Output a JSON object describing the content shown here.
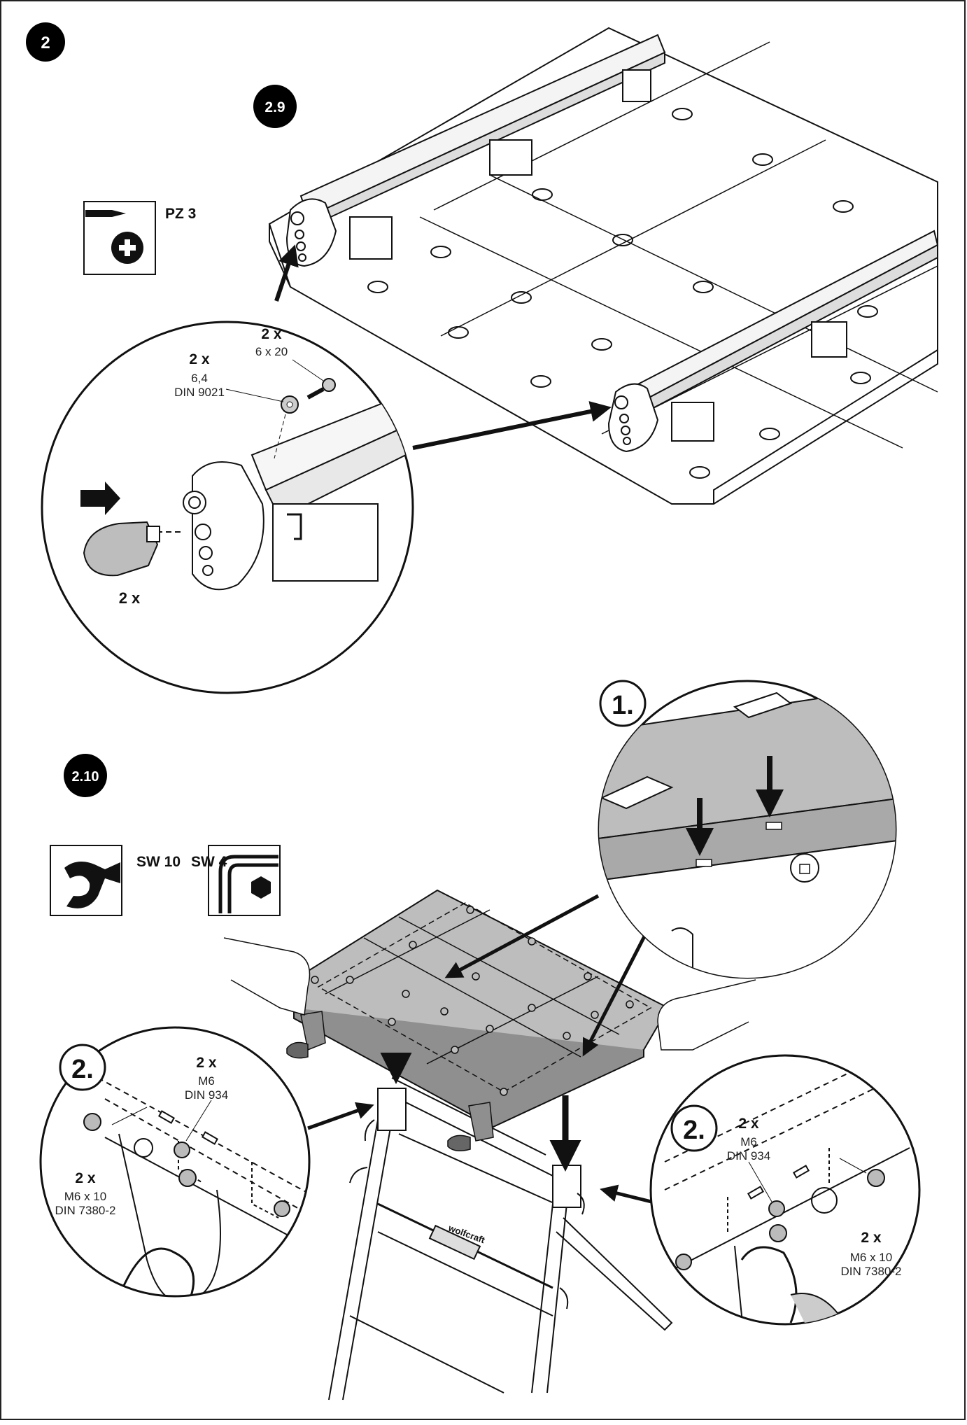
{
  "section": {
    "number": "2"
  },
  "step_2_9": {
    "badge": "2.9",
    "tool": {
      "icon": "phillips-screwdriver-icon",
      "label": "PZ 3"
    },
    "parts": {
      "screw_qty": "2 x",
      "screw_spec": "6 x 20",
      "washer_qty": "2 x",
      "washer_spec_1": "6,4",
      "washer_spec_2": "DIN 9021",
      "knob_qty": "2 x"
    }
  },
  "step_2_10": {
    "badge": "2.10",
    "tools": [
      {
        "icon": "open-end-wrench-icon",
        "label": "SW 10"
      },
      {
        "icon": "hex-key-icon",
        "label": "SW 4"
      }
    ],
    "callout_1": {
      "step": "1."
    },
    "callout_2_left": {
      "step": "2.",
      "nut_qty": "2 x",
      "nut_spec_1": "M6",
      "nut_spec_2": "DIN 934",
      "bolt_qty": "2 x",
      "bolt_spec_1": "M6 x 10",
      "bolt_spec_2": "DIN 7380-2"
    },
    "callout_2_right": {
      "step": "2.",
      "nut_qty": "2 x",
      "nut_spec_1": "M6",
      "nut_spec_2": "DIN 934",
      "bolt_qty": "2 x",
      "bolt_spec_1": "M6 x 10",
      "bolt_spec_2": "DIN 7380-2"
    },
    "brand_mark": "wolfcraft"
  },
  "colors": {
    "line": "#111111",
    "grey_fill": "#bdbdbd",
    "badge": "#000000"
  }
}
